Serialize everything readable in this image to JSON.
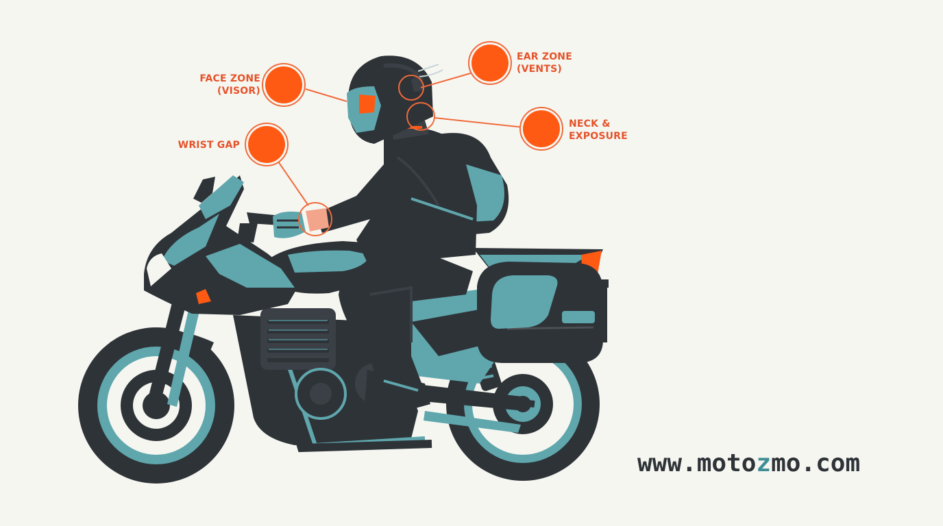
{
  "labels": {
    "face": {
      "line1": "FACE ZONE",
      "line2": "(VISOR)"
    },
    "ear": {
      "line1": "EAR ZONE",
      "line2": "(VENTS)"
    },
    "neck": {
      "line1": "NECK &",
      "line2": "EXPOSURE"
    },
    "wrist": {
      "line1": "WRIST GAP"
    }
  },
  "watermark": {
    "prefix": "www.moto",
    "accent": "z",
    "suffix": "mo.com"
  },
  "colors": {
    "background": "#f6f6f1",
    "dark": "#2e3338",
    "teal": "#5fa7ad",
    "orange": "#ff5a14",
    "label": "#e4532a"
  }
}
